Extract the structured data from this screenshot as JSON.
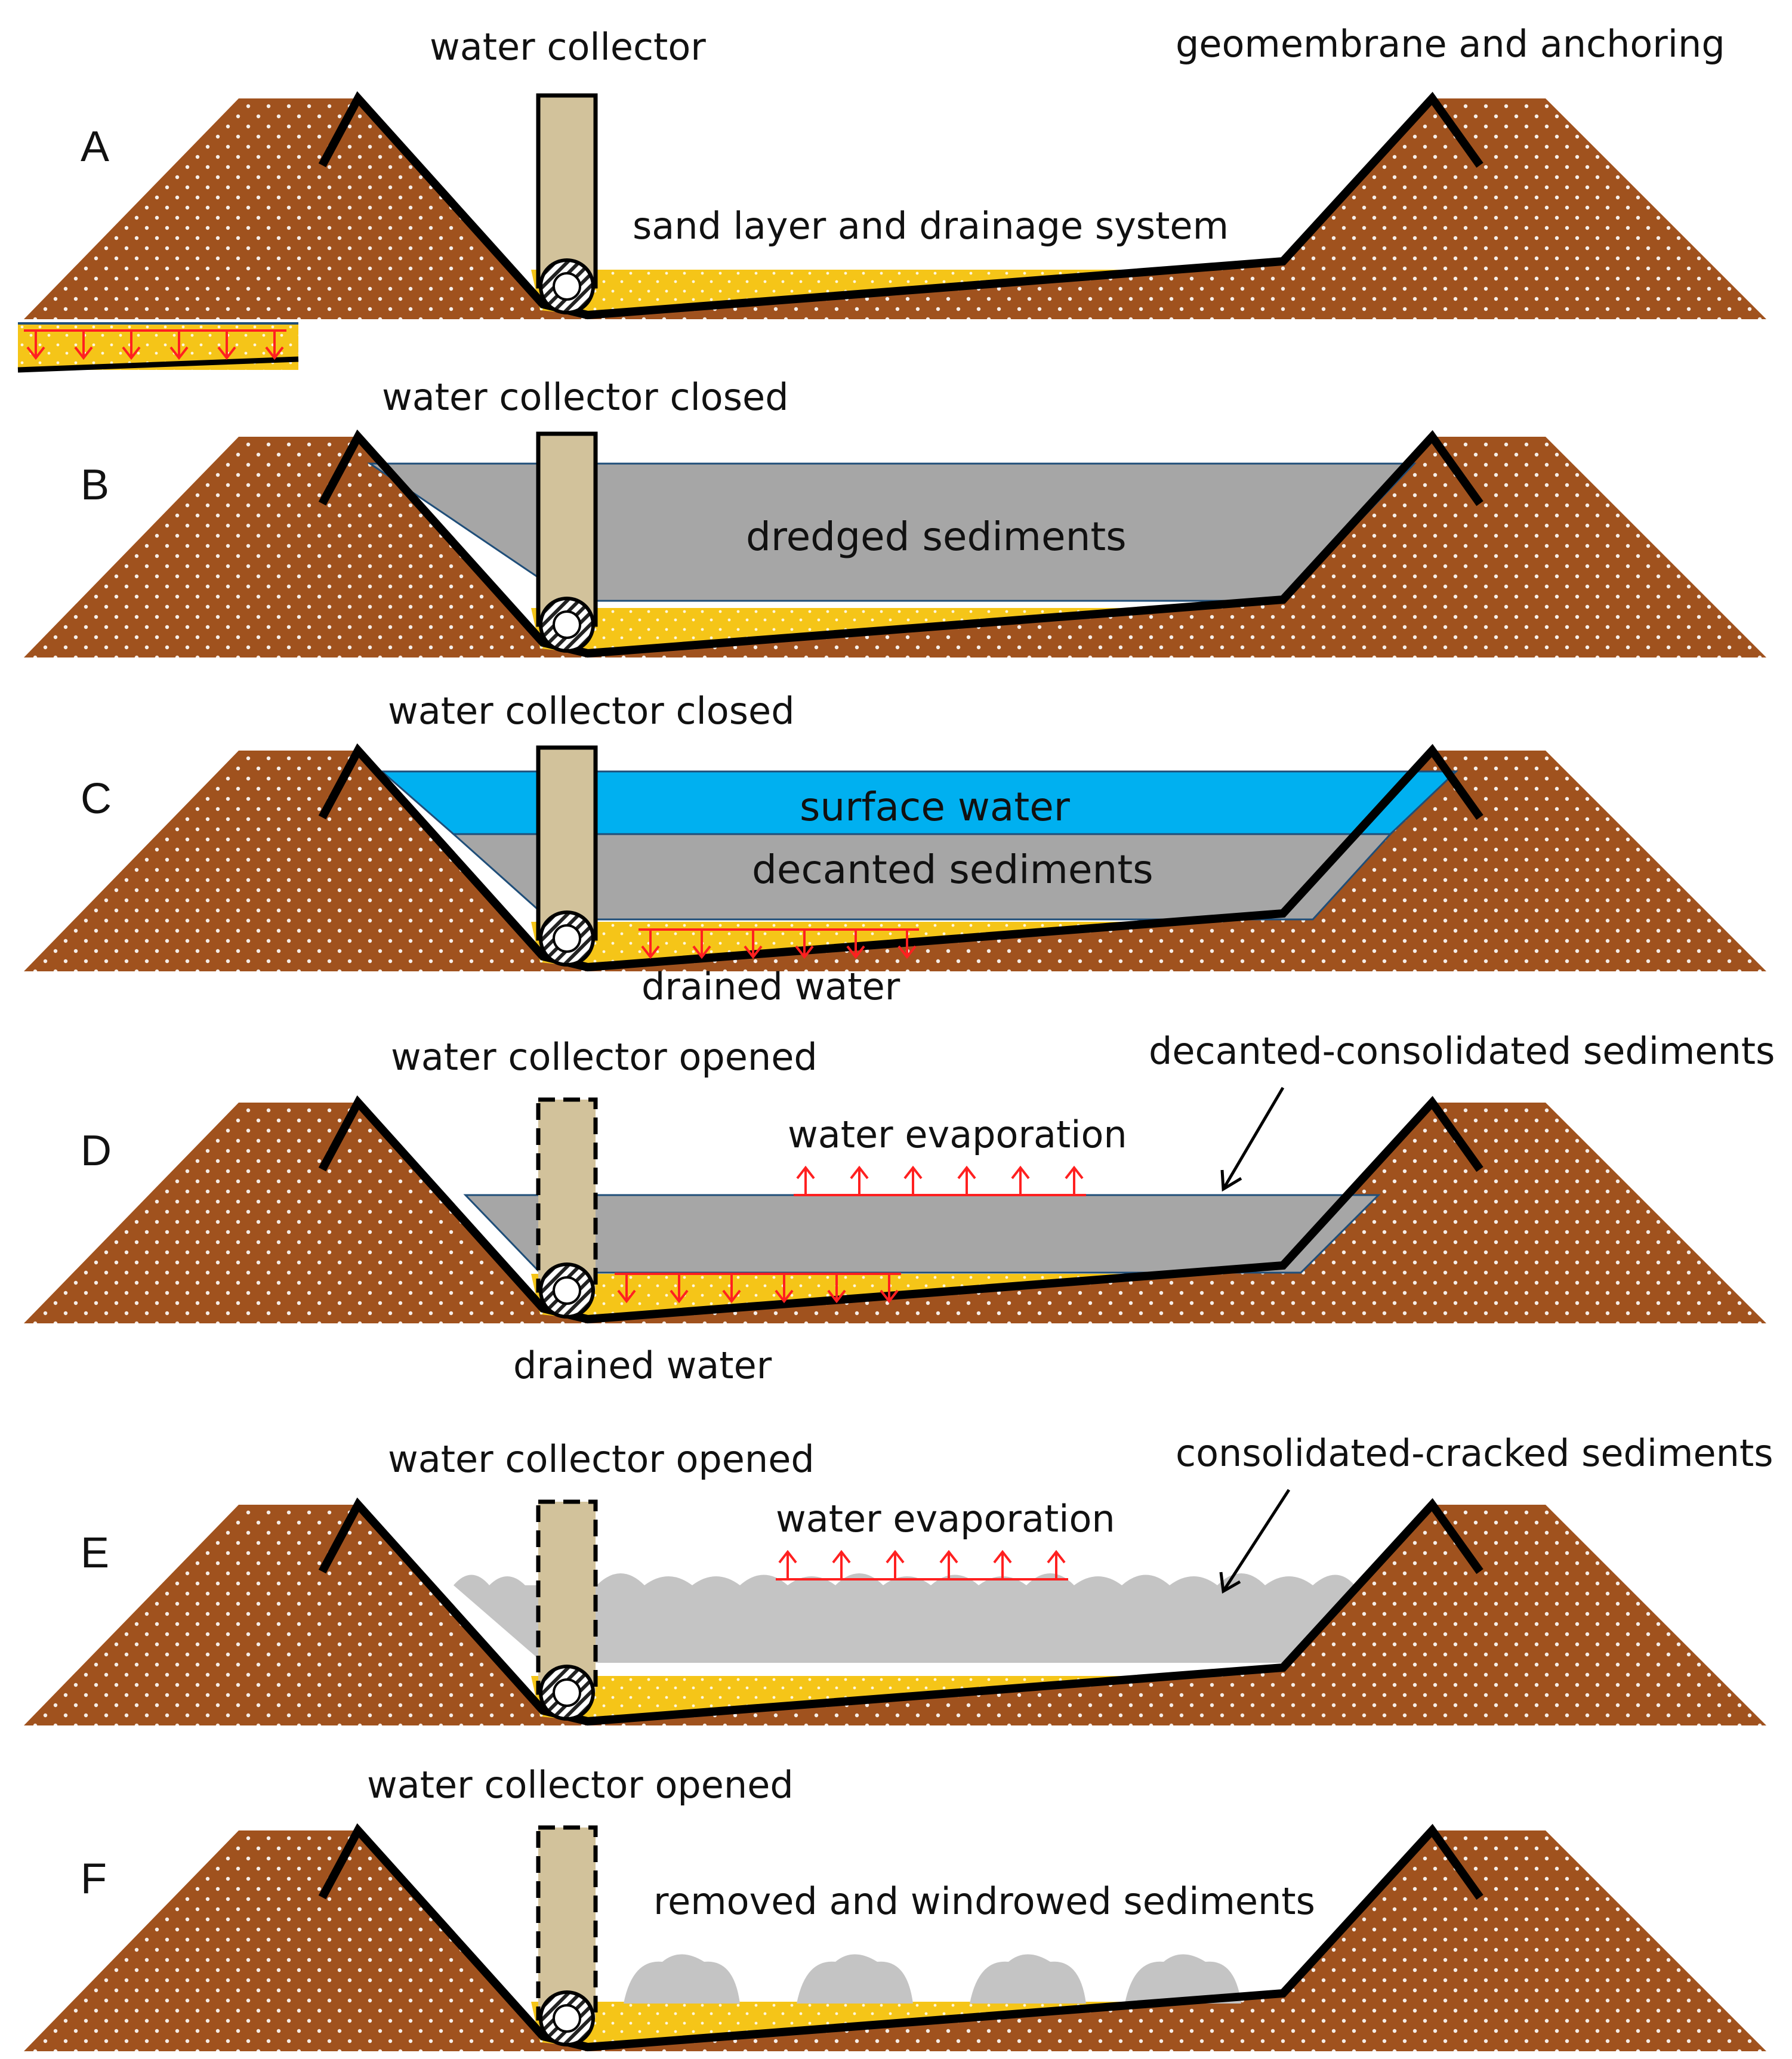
{
  "colors": {
    "soil": "#A0521E",
    "sand": "#F5C518",
    "collector": "#D2C29B",
    "sediment": "#A6A6A6",
    "cracked_sediment": "#C4C4C4",
    "surface_water": "#00B0F0",
    "arrow_red": "#FF2020",
    "line": "#000000"
  },
  "panels": [
    {
      "letter": "A",
      "labels": {
        "collector": "water collector",
        "geomembrane": "geomembrane and anchoring",
        "sand": "sand layer and drainage system"
      }
    },
    {
      "letter": "B",
      "labels": {
        "collector": "water collector closed",
        "sediment": "dredged sediments"
      }
    },
    {
      "letter": "C",
      "labels": {
        "collector": "water collector closed",
        "surface": "surface water",
        "sediment": "decanted sediments",
        "drained": "drained water"
      }
    },
    {
      "letter": "D",
      "labels": {
        "collector": "water collector opened",
        "evaporation": "water evaporation",
        "sediment": "decanted-consolidated sediments",
        "drained": "drained water"
      }
    },
    {
      "letter": "E",
      "labels": {
        "collector": "water collector opened",
        "evaporation": "water evaporation",
        "sediment": "consolidated-cracked sediments"
      }
    },
    {
      "letter": "F",
      "labels": {
        "collector": "water collector opened",
        "sediment": "removed and windrowed sediments"
      }
    }
  ]
}
